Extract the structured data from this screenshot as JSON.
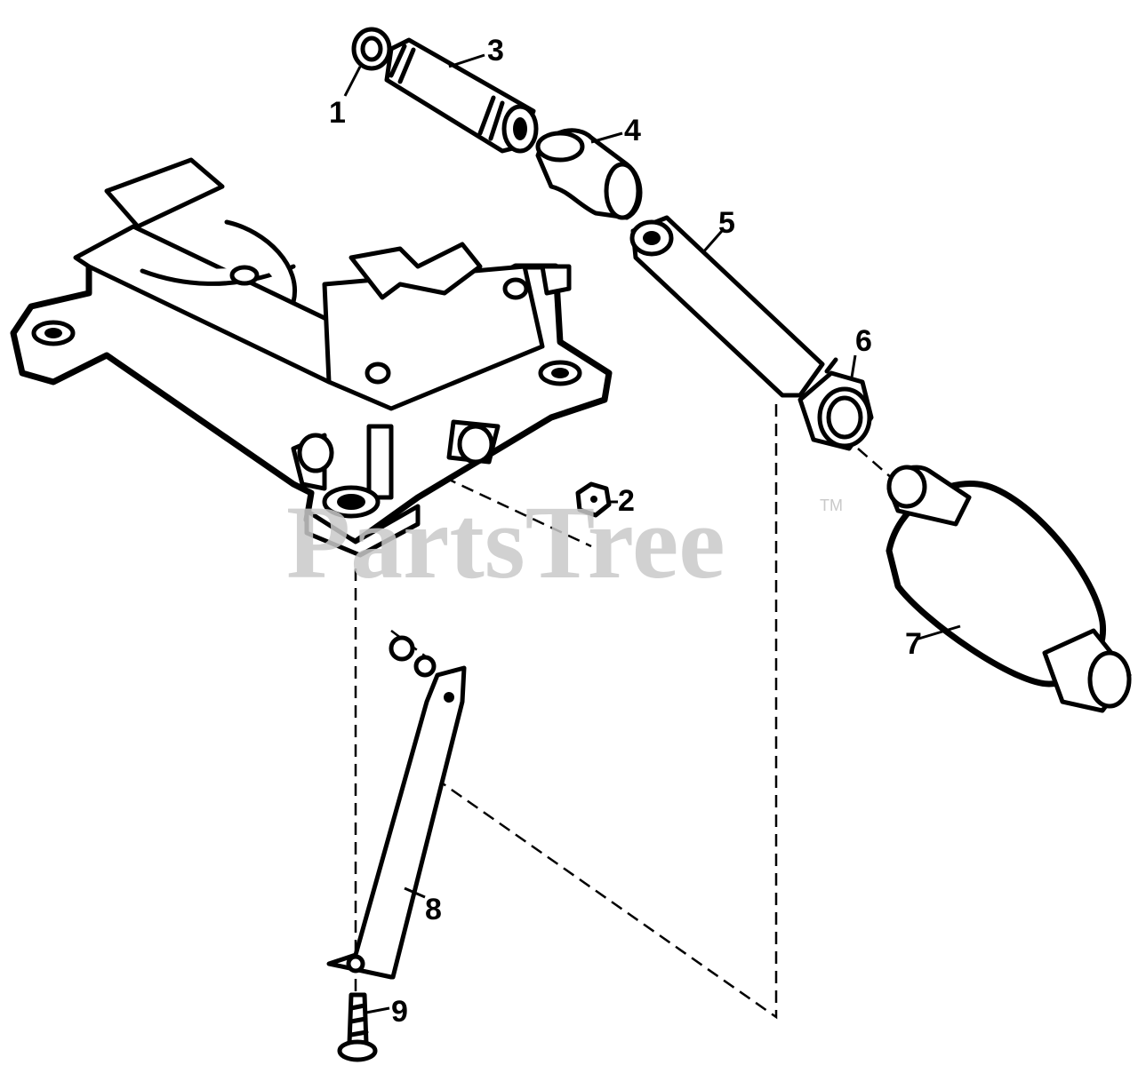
{
  "diagram": {
    "callouts": [
      "1",
      "2",
      "3",
      "4",
      "5",
      "6",
      "7",
      "8",
      "9"
    ]
  },
  "watermark": {
    "text": "PartsTree",
    "trademark": "TM"
  }
}
